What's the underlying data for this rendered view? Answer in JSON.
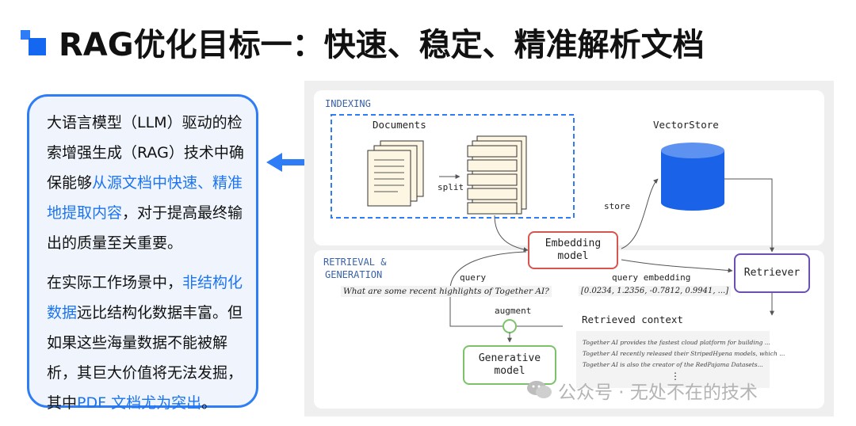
{
  "title": "RAG优化目标一：快速、稳定、精准解析文档",
  "colors": {
    "accent": "#1c74f0",
    "callout_border": "#2f7df6",
    "callout_bg": "#f0f5fd",
    "embed_border": "#d9534f",
    "retriever_border": "#6a4fb5",
    "generative_border": "#7cc26a"
  },
  "callout": {
    "p1_a": "大语言模型（LLM）驱动的检索增强生成（RAG）技术中确保能够",
    "p1_hl": "从源文档中快速、精准地提取内容",
    "p1_b": "，对于提高最终输出的质量至关重要。",
    "p2_a": "在实际工作场景中，",
    "p2_hl": "非结构化数据",
    "p2_b": "远比结构化数据丰富。但如果这些海量数据不能被解析，其巨大价值将无法发掘，其中",
    "p2_hl2": "PDF 文档尤为突出",
    "p2_c": "。"
  },
  "diagram": {
    "indexing": "INDEXING",
    "retrieval_line1": "RETRIEVAL &",
    "retrieval_line2": "GENERATION",
    "documents": "Documents",
    "split": "split",
    "vectorstore": "VectorStore",
    "store": "store",
    "embedding_line1": "Embedding",
    "embedding_line2": "model",
    "query": "query",
    "query_text": "What are some recent highlights of Together AI?",
    "query_embedding": "query embedding",
    "embedding_values": "[0.0234, 1.2356, -0.7812, 0.9941, ...]",
    "retriever": "Retriever",
    "augment": "augment",
    "retrieved_context": "Retrieved context",
    "context_lines": [
      "Together AI provides the fastest cloud platform for building ...",
      "Together AI recently released their StripedHyena models, which ...",
      "Together AI is also the creator of the RedPajama Datasets..."
    ],
    "ellipsis": "⋮",
    "generative_line1": "Generative",
    "generative_line2": "model"
  },
  "watermark": "公众号 · 无处不在的技术"
}
